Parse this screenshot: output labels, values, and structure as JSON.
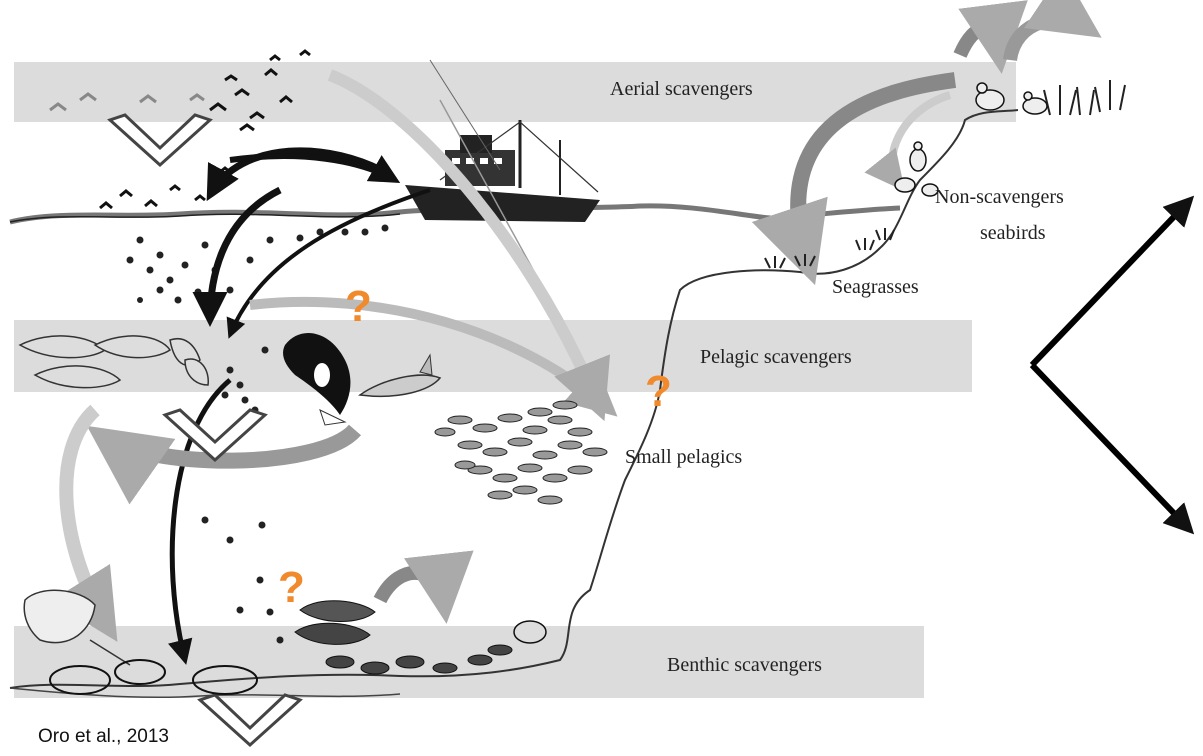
{
  "labels": {
    "aerial": "Aerial scavengers",
    "non_scavengers_line1": "Non-scavengers",
    "non_scavengers_line2": "seabirds",
    "seagrasses": "Seagrasses",
    "pelagic": "Pelagic scavengers",
    "small_pelagics": "Small pelagics",
    "benthic": "Benthic scavengers"
  },
  "question_mark": "?",
  "citation": "Oro et al., 2013",
  "colors": {
    "band": "#dcdcdc",
    "question": "#f08a2c",
    "ink": "#111111"
  },
  "icons": [
    "fishing-vessel-icon",
    "seabird-icon",
    "dolphin-icon",
    "orca-icon",
    "shark-icon",
    "fish-school-icon",
    "ray-icon",
    "crab-icon",
    "seagrass-icon",
    "gull-icon"
  ]
}
